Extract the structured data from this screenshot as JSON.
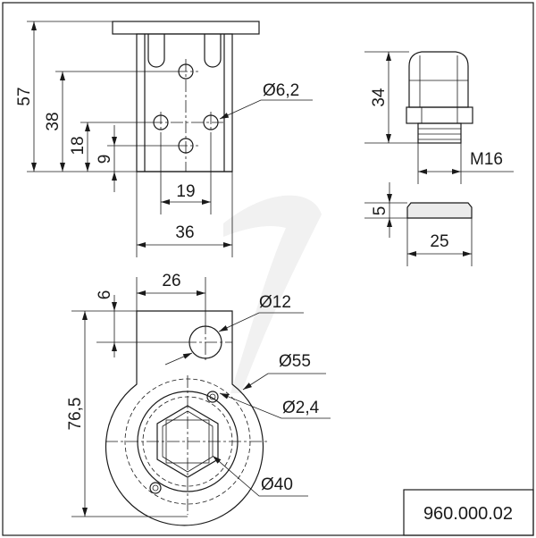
{
  "drawing": {
    "part_number": "960.000.02",
    "side_view": {
      "height_57": "57",
      "height_38": "38",
      "height_18": "18",
      "height_9": "9",
      "width_19": "19",
      "width_36": "36",
      "hole_dia": "Ø6,2"
    },
    "gland_view": {
      "height_34": "34",
      "thread": "M16"
    },
    "nut_view": {
      "height_5": "5",
      "width_25": "25"
    },
    "front_view": {
      "width_26": "26",
      "offset_6": "6",
      "hole_dia_12": "Ø12",
      "dia_55": "Ø55",
      "hole_dia_2_4": "Ø2,4",
      "dia_40": "Ø40",
      "height_76_5": "76,5"
    }
  }
}
